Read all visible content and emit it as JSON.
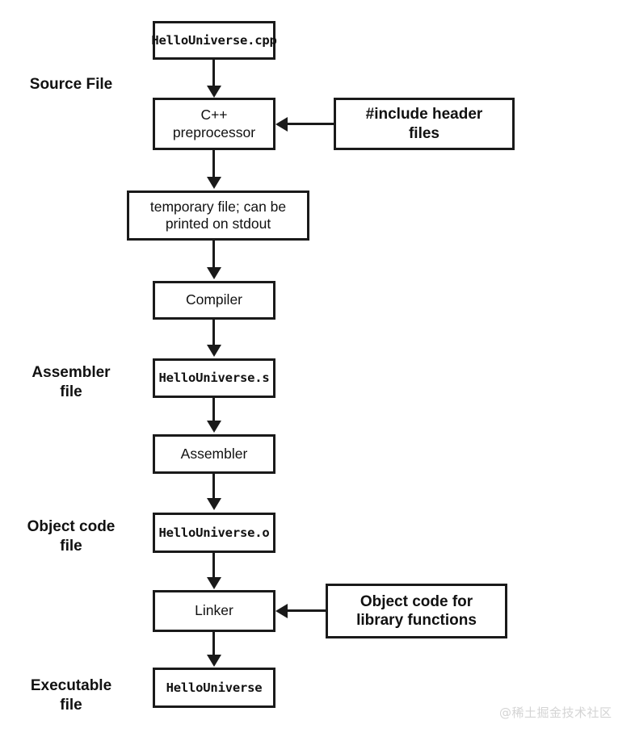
{
  "diagram": {
    "title": "C++ compilation pipeline",
    "accent_color": "#1a1a1a",
    "background_color": "#ffffff",
    "stage_labels": [
      {
        "id": "source-file",
        "text": "Source File"
      },
      {
        "id": "assembler-file",
        "text": "Assembler\nfile"
      },
      {
        "id": "object-code-file",
        "text": "Object code\nfile"
      },
      {
        "id": "executable-file",
        "text": "Executable\nfile"
      }
    ],
    "nodes": [
      {
        "id": "hello-universe-cpp",
        "text": "HelloUniverse.cpp",
        "style": "mono"
      },
      {
        "id": "cpp-preprocessor",
        "text": "C++\npreprocessor",
        "style": "sans"
      },
      {
        "id": "include-header-files",
        "text": "#include header\nfiles",
        "style": "bold"
      },
      {
        "id": "temporary-file",
        "text": "temporary file; can be\nprinted on stdout",
        "style": "sans"
      },
      {
        "id": "compiler",
        "text": "Compiler",
        "style": "sans"
      },
      {
        "id": "hello-universe-s",
        "text": "HelloUniverse.s",
        "style": "mono"
      },
      {
        "id": "assembler",
        "text": "Assembler",
        "style": "sans"
      },
      {
        "id": "hello-universe-o",
        "text": "HelloUniverse.o",
        "style": "mono"
      },
      {
        "id": "linker",
        "text": "Linker",
        "style": "sans"
      },
      {
        "id": "object-code-library",
        "text": "Object code for\nlibrary functions",
        "style": "bold"
      },
      {
        "id": "hello-universe-exe",
        "text": "HelloUniverse",
        "style": "mono"
      }
    ],
    "watermark": "@稀土掘金技术社区"
  }
}
